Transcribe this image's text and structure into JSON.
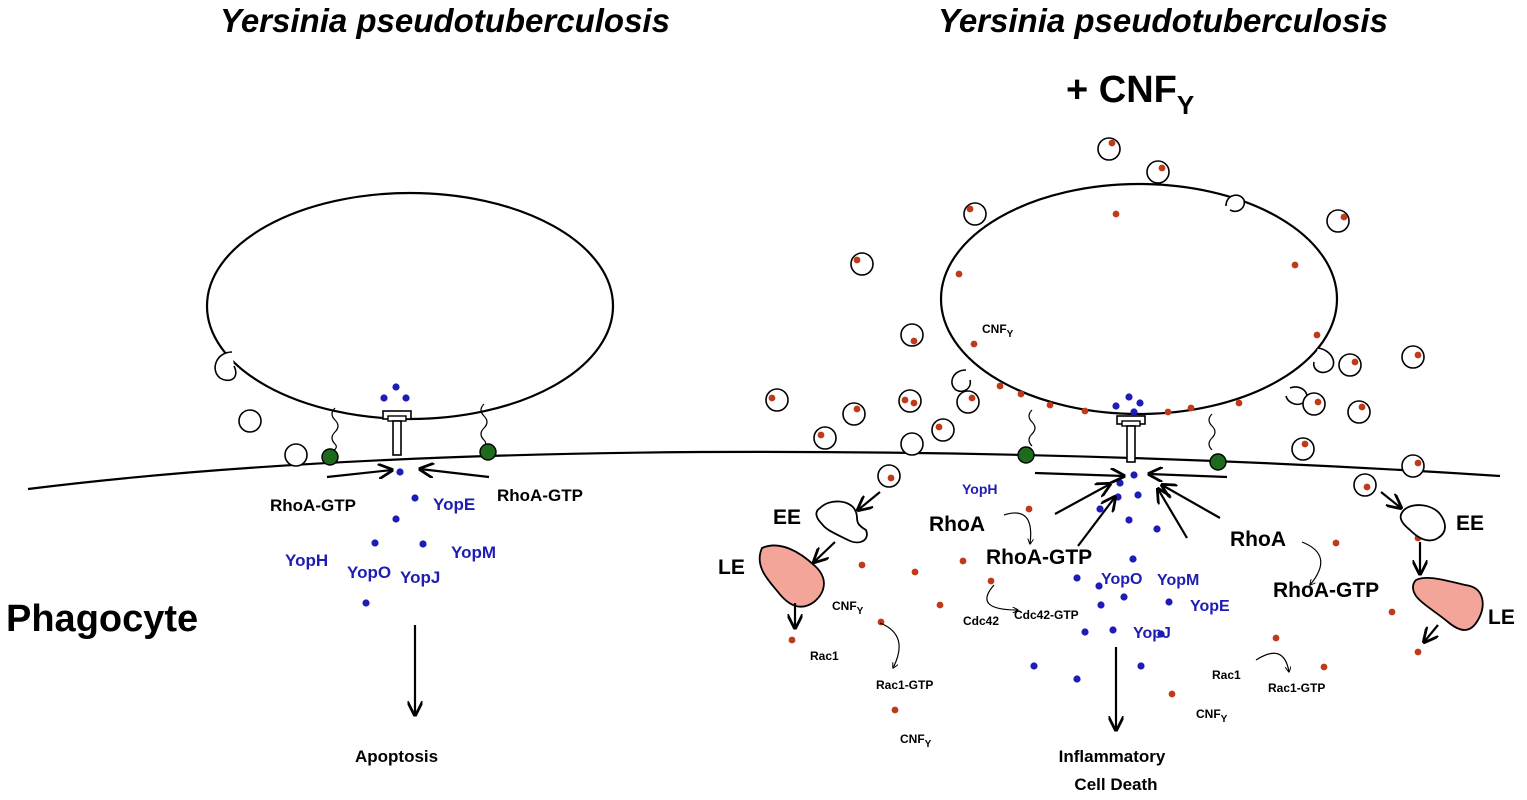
{
  "left": {
    "title": "Yersinia pseudotuberculosis",
    "rhoa_gtp_left": "RhoA-GTP",
    "rhoa_gtp_right": "RhoA-GTP",
    "yops": {
      "yope": "YopE",
      "yoph": "YopH",
      "yopo": "YopO",
      "yopj": "YopJ",
      "yopm": "YopM"
    },
    "outcome": "Apoptosis",
    "cell_label": "Phagocyte"
  },
  "right": {
    "title": "Yersinia pseudotuberculosis",
    "plus_cnf": "+ CNF",
    "plus_cnf_sub": "Y",
    "cnf_main": "CNF",
    "cnf_sub": "Y",
    "yoph": "YopH",
    "yopo": "YopO",
    "yopm": "YopM",
    "yope": "YopE",
    "yopj": "YopJ",
    "rhoa_left": "RhoA",
    "rhoa_gtp_center": "RhoA-GTP",
    "rhoa_right": "RhoA",
    "rhoa_gtp_right": "RhoA-GTP",
    "cdc42": "Cdc42",
    "cdc42_gtp": "Cdc42-GTP",
    "rac1_left": "Rac1",
    "rac1_gtp_left": "Rac1-GTP",
    "rac1_right": "Rac1",
    "rac1_gtp_right": "Rac1-GTP",
    "ee_left": "EE",
    "le_left": "LE",
    "ee_right": "EE",
    "le_right": "LE",
    "outcome_line1": "Inflammatory",
    "outcome_line2": "Cell Death"
  },
  "colors": {
    "yop_dot": "#1d1db5",
    "cnf_dot": "#c0391b",
    "adhesin": "#1e6b1e",
    "late_endosome": "#f3a59a"
  }
}
